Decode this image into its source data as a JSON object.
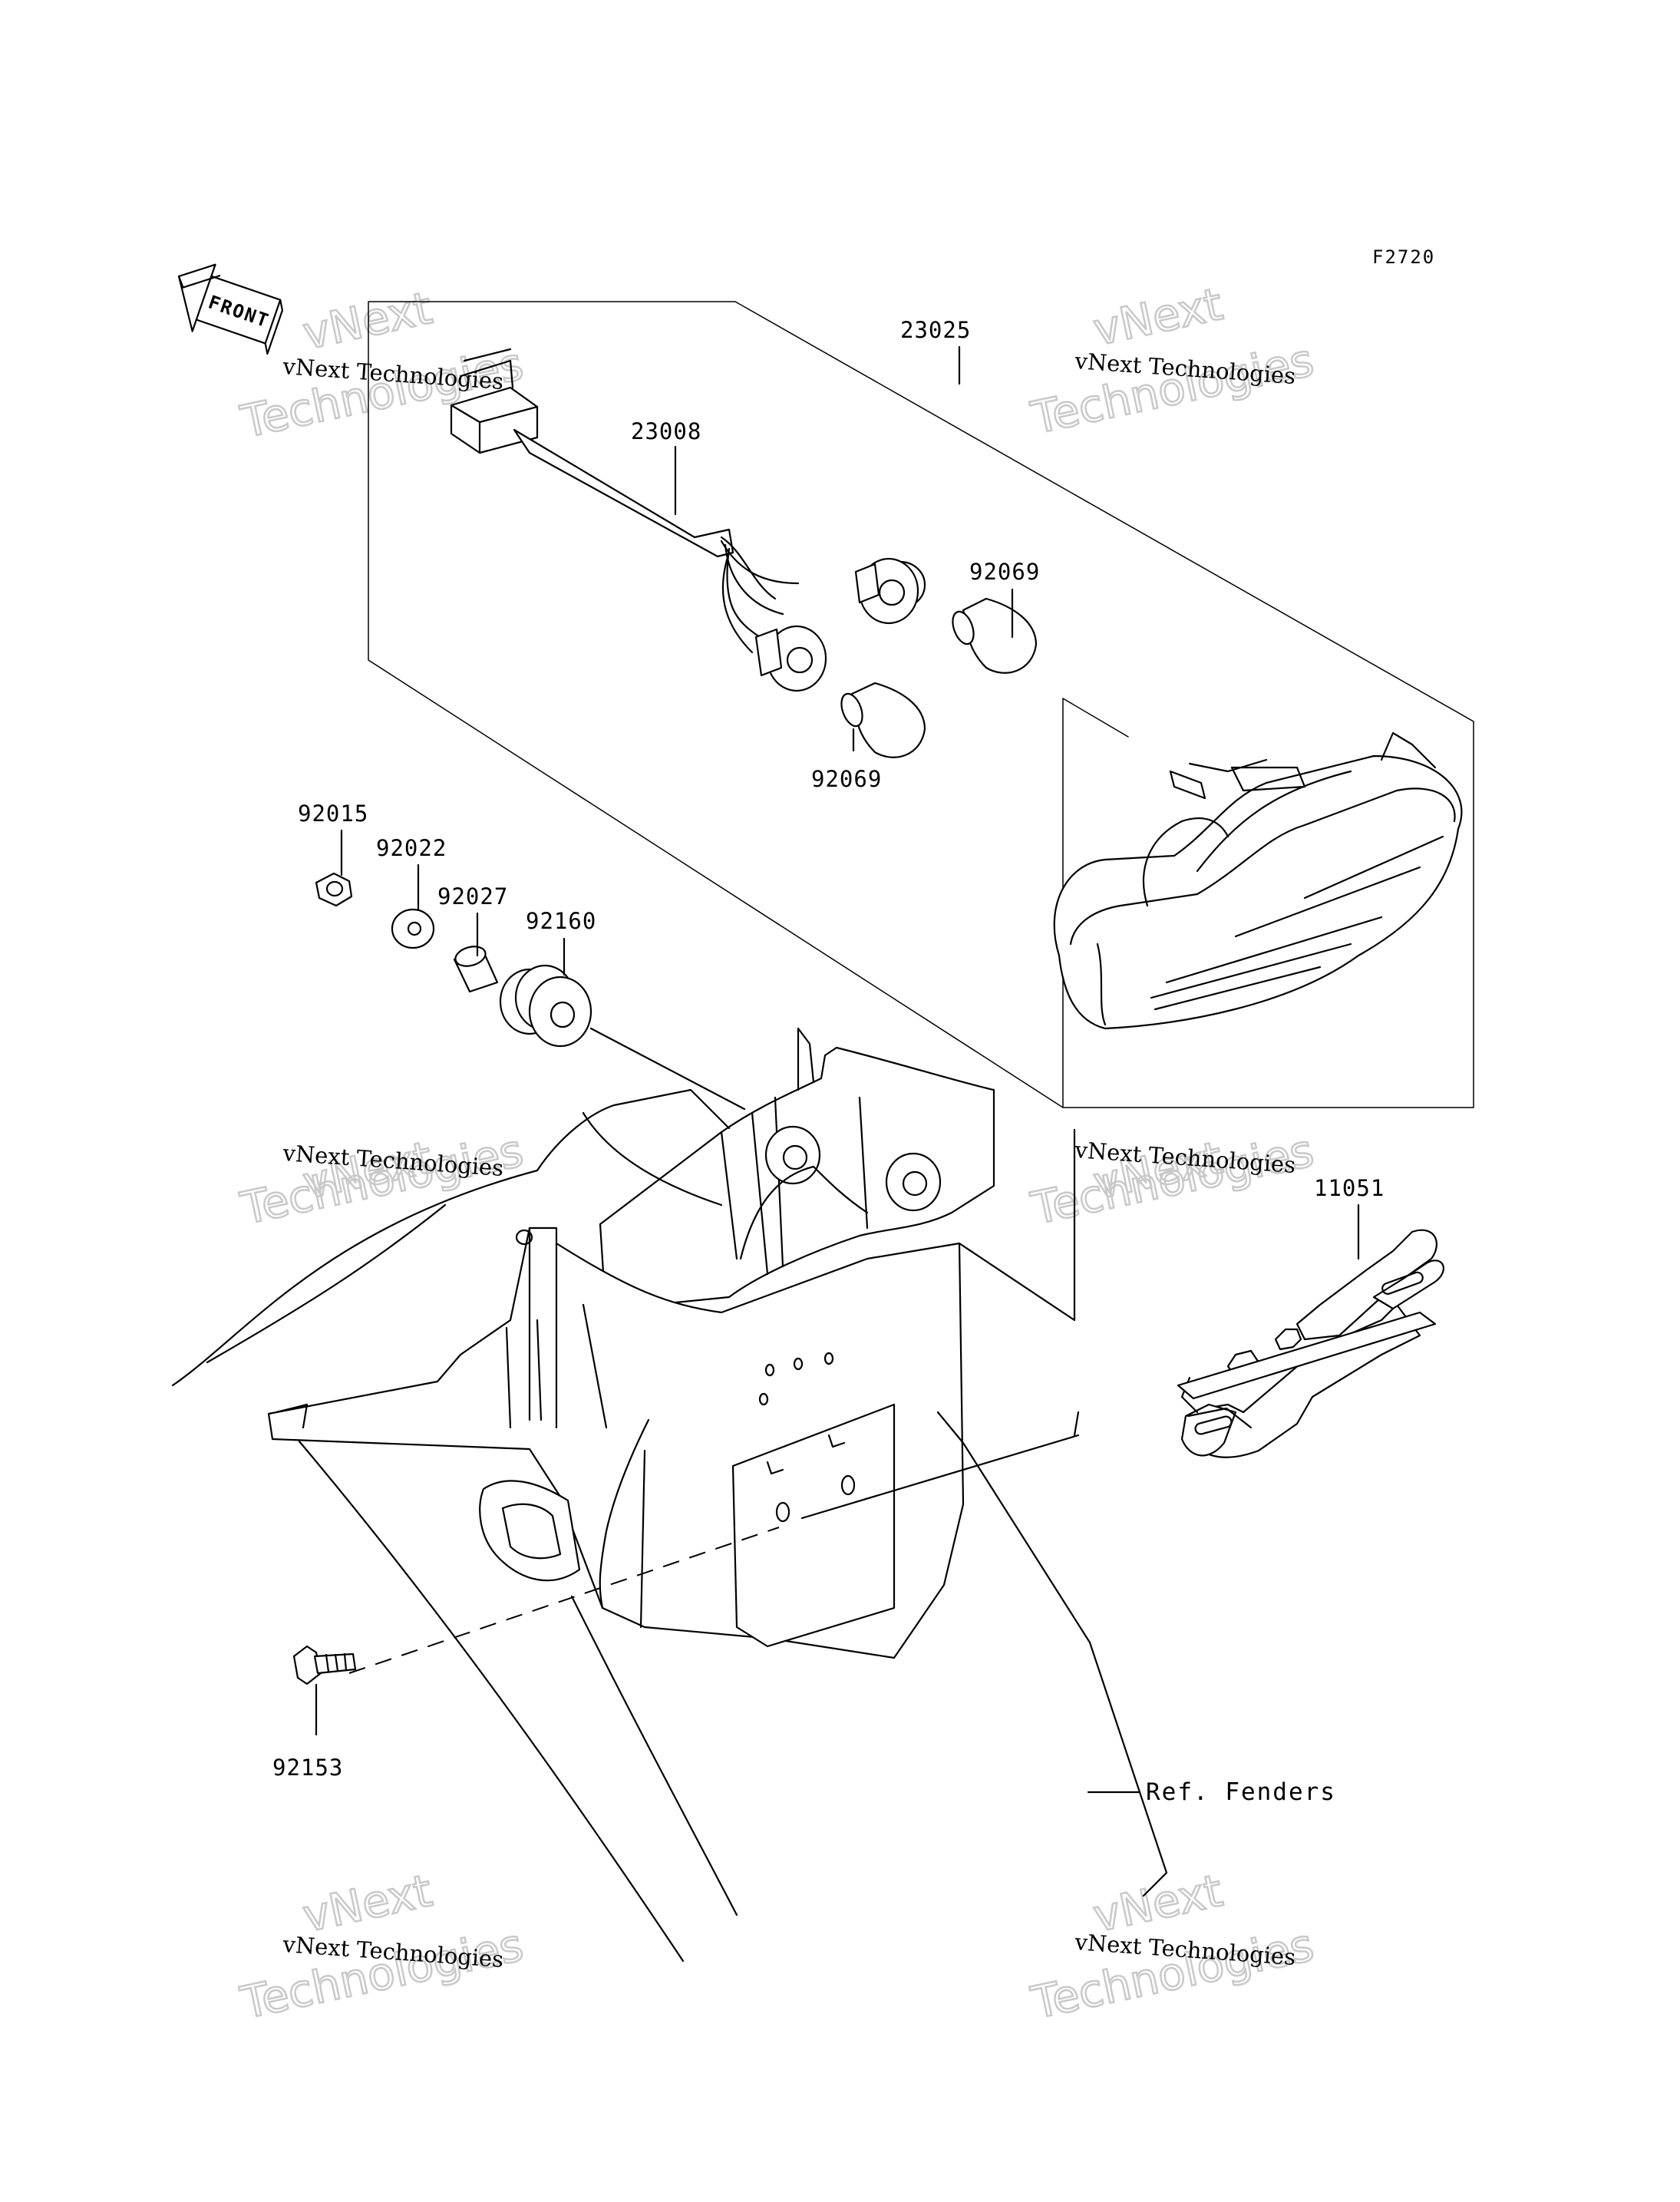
{
  "figure": {
    "id": "F2720"
  },
  "orientation": {
    "arrow_text": "FRONT"
  },
  "callouts": [
    {
      "id": "c23025",
      "text": "23025"
    },
    {
      "id": "c23008",
      "text": "23008"
    },
    {
      "id": "c92069a",
      "text": "92069"
    },
    {
      "id": "c92069b",
      "text": "92069"
    },
    {
      "id": "c92015",
      "text": "92015"
    },
    {
      "id": "c92022",
      "text": "92022"
    },
    {
      "id": "c92027",
      "text": "92027"
    },
    {
      "id": "c92160",
      "text": "92160"
    },
    {
      "id": "c11051",
      "text": "11051"
    },
    {
      "id": "c92153",
      "text": "92153"
    }
  ],
  "reference": {
    "text": "Ref. Fenders"
  },
  "watermark": {
    "caption": "vNext Technologies",
    "big_line1": "vNext",
    "big_line2": "Technologies"
  }
}
